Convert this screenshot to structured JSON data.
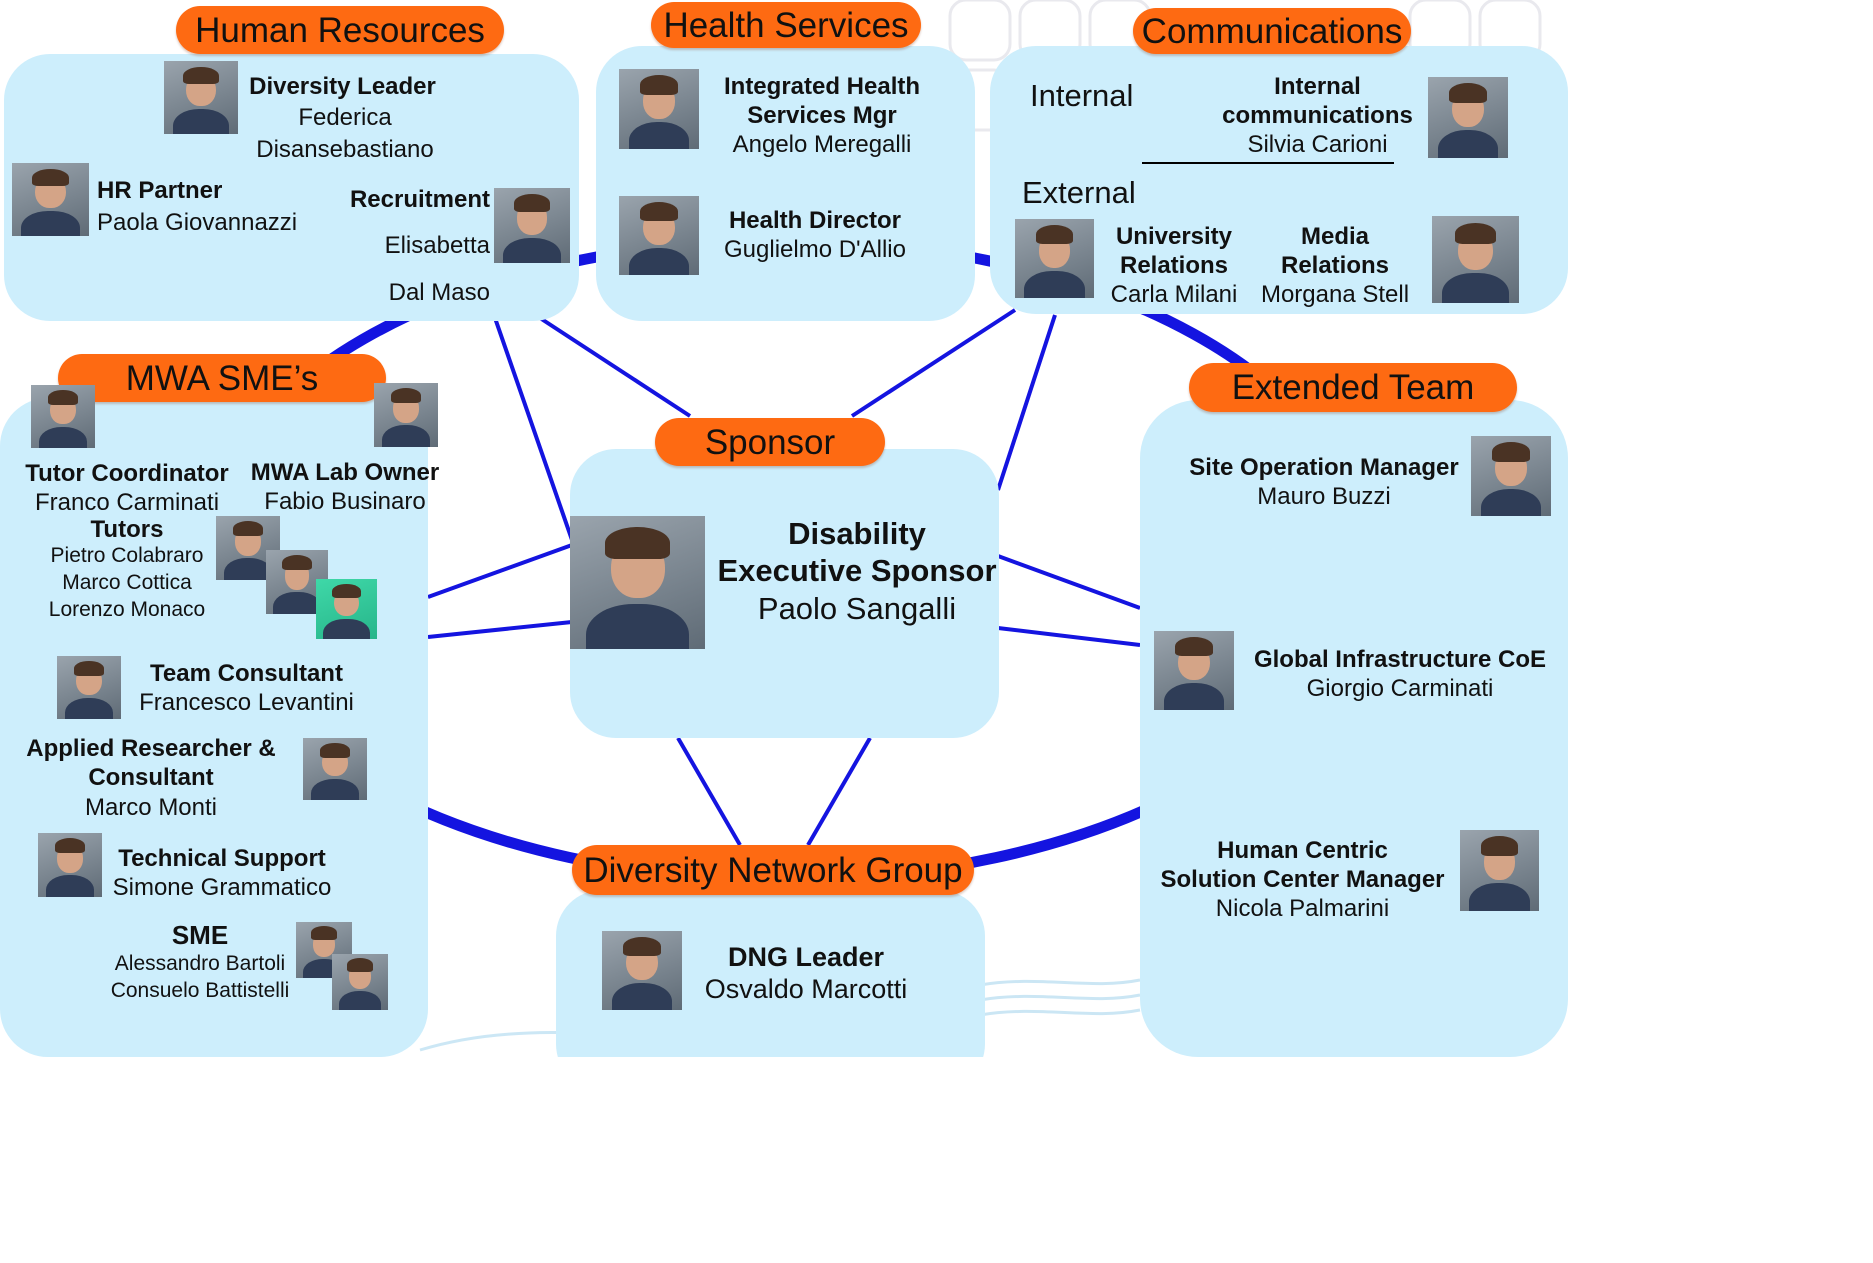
{
  "colors": {
    "panel": "#cdeefc",
    "label_pill": "#fe6a12",
    "connector": "#1414e0",
    "text": "#111111"
  },
  "human_resources": {
    "title": "Human Resources",
    "diversity_leader": {
      "role": "Diversity Leader",
      "name_line1": "Federica",
      "name_line2": "Disansebastiano"
    },
    "hr_partner": {
      "role": "HR Partner",
      "name": "Paola Giovannazzi"
    },
    "recruitment": {
      "role": "Recruitment",
      "name_line1": "Elisabetta",
      "name_line2": "Dal Maso"
    }
  },
  "health_services": {
    "title": "Health Services",
    "integrated_mgr": {
      "role_line1": "Integrated Health",
      "role_line2": "Services Mgr",
      "name": "Angelo Meregalli"
    },
    "director": {
      "role": "Health Director",
      "name": "Guglielmo D'Allio"
    }
  },
  "communications": {
    "title": "Communications",
    "internal_label": "Internal",
    "external_label": "External",
    "internal_comms": {
      "role_line1": "Internal",
      "role_line2": "communications",
      "name": "Silvia Carioni"
    },
    "university": {
      "role_line1": "University",
      "role_line2": "Relations",
      "name": "Carla Milani"
    },
    "media": {
      "role_line1": "Media",
      "role_line2": "Relations",
      "name": "Morgana Stell"
    }
  },
  "sponsor": {
    "title": "Sponsor",
    "role_line1": "Disability",
    "role_line2": "Executive Sponsor",
    "name": "Paolo Sangalli"
  },
  "mwa_smes": {
    "title": "MWA SME’s",
    "tutor_coordinator": {
      "role": "Tutor Coordinator",
      "name": "Franco Carminati"
    },
    "lab_owner": {
      "role": "MWA Lab Owner",
      "name": "Fabio Businaro"
    },
    "tutors": {
      "role": "Tutors",
      "names": [
        "Pietro Colabraro",
        "Marco Cottica",
        "Lorenzo Monaco"
      ]
    },
    "team_consultant": {
      "role": "Team Consultant",
      "name": "Francesco Levantini"
    },
    "applied_researcher": {
      "role_line1": "Applied Researcher &",
      "role_line2": "Consultant",
      "name": "Marco Monti"
    },
    "technical_support": {
      "role": "Technical Support",
      "name": "Simone Grammatico"
    },
    "sme": {
      "role": "SME",
      "names": [
        "Alessandro Bartoli",
        "Consuelo Battistelli"
      ]
    }
  },
  "extended_team": {
    "title": "Extended Team",
    "site_ops": {
      "role": "Site Operation Manager",
      "name": "Mauro Buzzi"
    },
    "global_infra": {
      "role": "Global Infrastructure CoE",
      "name": "Giorgio Carminati"
    },
    "human_centric": {
      "role_line1": "Human Centric",
      "role_line2": "Solution Center Manager",
      "name": "Nicola Palmarini"
    }
  },
  "diversity_network_group": {
    "title": "Diversity Network Group",
    "leader": {
      "role": "DNG Leader",
      "name": "Osvaldo Marcotti"
    }
  }
}
